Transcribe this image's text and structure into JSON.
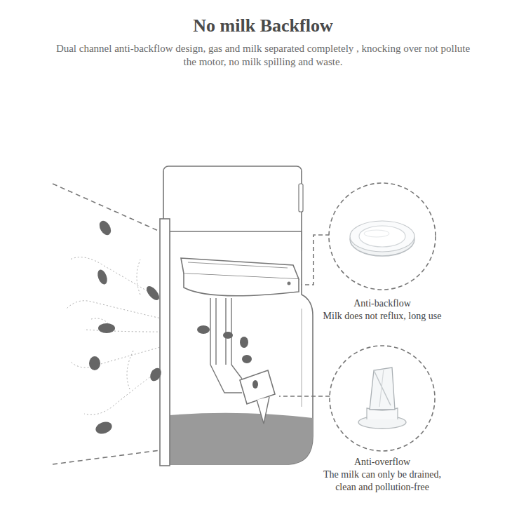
{
  "diagram": {
    "title": "No milk Backflow",
    "nodes": [
      {
        "text": [
          "Anti-backflow",
          "Milk does not reflux, long use"
        ]
      },
      {
        "text": [
          "Anti-overflow",
          "The milk can only be drained, clean and pollution-free"
        ]
      }
    ],
    "labels": [
      "Dual channel anti-backflow design, gas and milk separated completely , knocking over not pollute the motor, no milk spilling and waste."
    ]
  }
}
